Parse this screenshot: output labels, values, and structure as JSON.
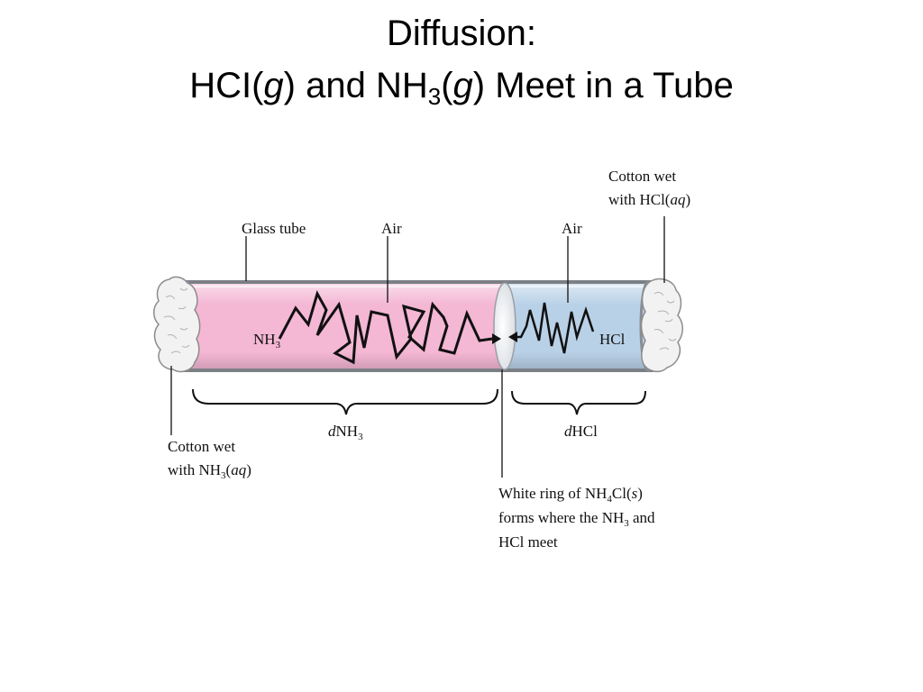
{
  "title": {
    "line1": "Diffusion:",
    "line2_pre": "HCI(",
    "line2_g1": "g",
    "line2_mid": ") and NH",
    "line2_sub": "3",
    "line2_paren": "(",
    "line2_g2": "g",
    "line2_post": ") Meet  in a Tube"
  },
  "labels": {
    "glass_tube": "Glass tube",
    "air_left": "Air",
    "air_right": "Air",
    "cotton_hcl_line1": "Cotton wet",
    "cotton_hcl_line2_pre": "with HCl(",
    "cotton_hcl_line2_ital": "aq",
    "cotton_hcl_line2_post": ")",
    "nh3_main": "NH",
    "nh3_sub": "3",
    "hcl": "HCl",
    "d_sym": "d",
    "d_nh3_main": "NH",
    "d_nh3_sub": "3",
    "d_hcl": "HCl",
    "cotton_nh3_line1": "Cotton wet",
    "cotton_nh3_line2_pre": "with NH",
    "cotton_nh3_line2_sub": "3",
    "cotton_nh3_line2_mid": "(",
    "cotton_nh3_line2_ital": "aq",
    "cotton_nh3_line2_post": ")",
    "ring_line1_pre": "White ring of NH",
    "ring_line1_sub": "4",
    "ring_line1_mid": "Cl(",
    "ring_line1_ital": "s",
    "ring_line1_post": ")",
    "ring_line2_pre": "forms where the NH",
    "ring_line2_sub": "3",
    "ring_line2_post": " and",
    "ring_line3": "HCl meet"
  },
  "colors": {
    "nh3_region": "#f4b7d4",
    "hcl_region": "#b9d1e7",
    "ring": "#ffffff",
    "tube_edge": "#7b7f86",
    "cotton": "#f2f2f2"
  }
}
